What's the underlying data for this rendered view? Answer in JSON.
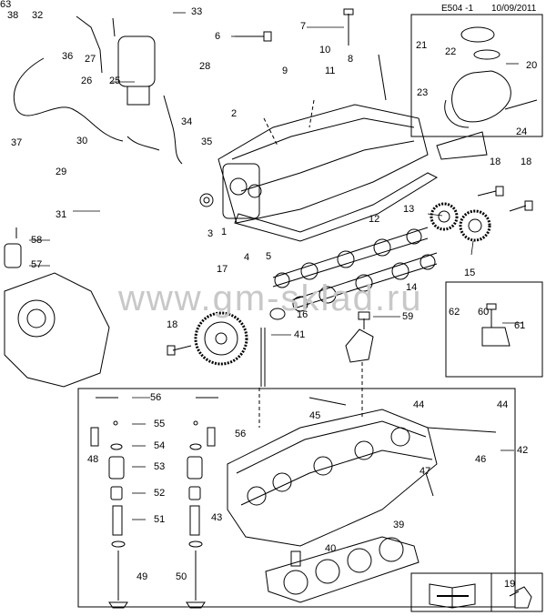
{
  "header": {
    "code": "E504 -1",
    "date": "10/09/2011"
  },
  "watermark": "www.gm-sklad.ru",
  "callouts": [
    "1",
    "2",
    "3",
    "4",
    "5",
    "6",
    "7",
    "8",
    "9",
    "10",
    "11",
    "12",
    "13",
    "14",
    "15",
    "16",
    "17",
    "18",
    "18",
    "18",
    "19",
    "20",
    "21",
    "22",
    "23",
    "24",
    "25",
    "26",
    "27",
    "28",
    "29",
    "30",
    "31",
    "32",
    "33",
    "34",
    "35",
    "36",
    "37",
    "38",
    "39",
    "40",
    "41",
    "42",
    "43",
    "44",
    "44",
    "45",
    "46",
    "47",
    "48",
    "49",
    "50",
    "51",
    "52",
    "53",
    "54",
    "55",
    "56",
    "56",
    "57",
    "58",
    "59",
    "60",
    "61",
    "62",
    "63"
  ],
  "icons": {
    "manual": "open-book-wrench-icon",
    "lubricant": "oil-can-icon"
  },
  "colors": {
    "ink": "#000000",
    "watermark": "#c8c8c8",
    "frame": "#000000"
  }
}
